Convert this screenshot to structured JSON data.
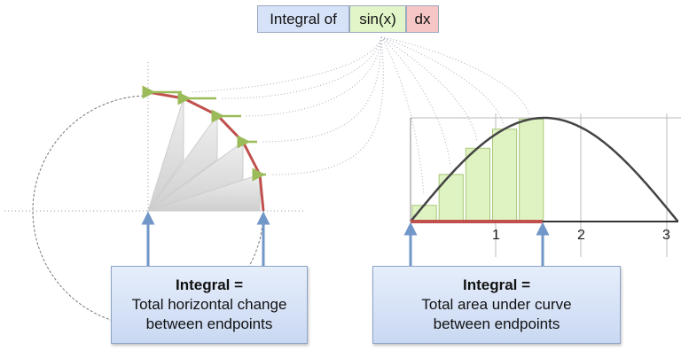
{
  "header": {
    "part1": "Integral of",
    "part2": "sin(x)",
    "part3": "dx"
  },
  "left_box": {
    "title": "Integral =",
    "line1": "Total horizontal change",
    "line2": "between endpoints"
  },
  "right_box": {
    "title": "Integral =",
    "line1": "Total area under curve",
    "line2": "between endpoints"
  },
  "chart_data": {
    "type": "bar",
    "function": "sin(x)",
    "x_ticks": [
      "1",
      "2",
      "3"
    ],
    "bar_count": 5,
    "bar_heights": [
      0.156,
      0.454,
      0.707,
      0.891,
      0.988
    ],
    "interval": [
      0,
      1.571
    ],
    "ylim": [
      0,
      1
    ]
  },
  "colors": {
    "blue_box": "#d6e2f7",
    "green": "#dff3c2",
    "pink": "#f6c6c6",
    "red": "#c0504d",
    "arrow": "#7196c8"
  }
}
